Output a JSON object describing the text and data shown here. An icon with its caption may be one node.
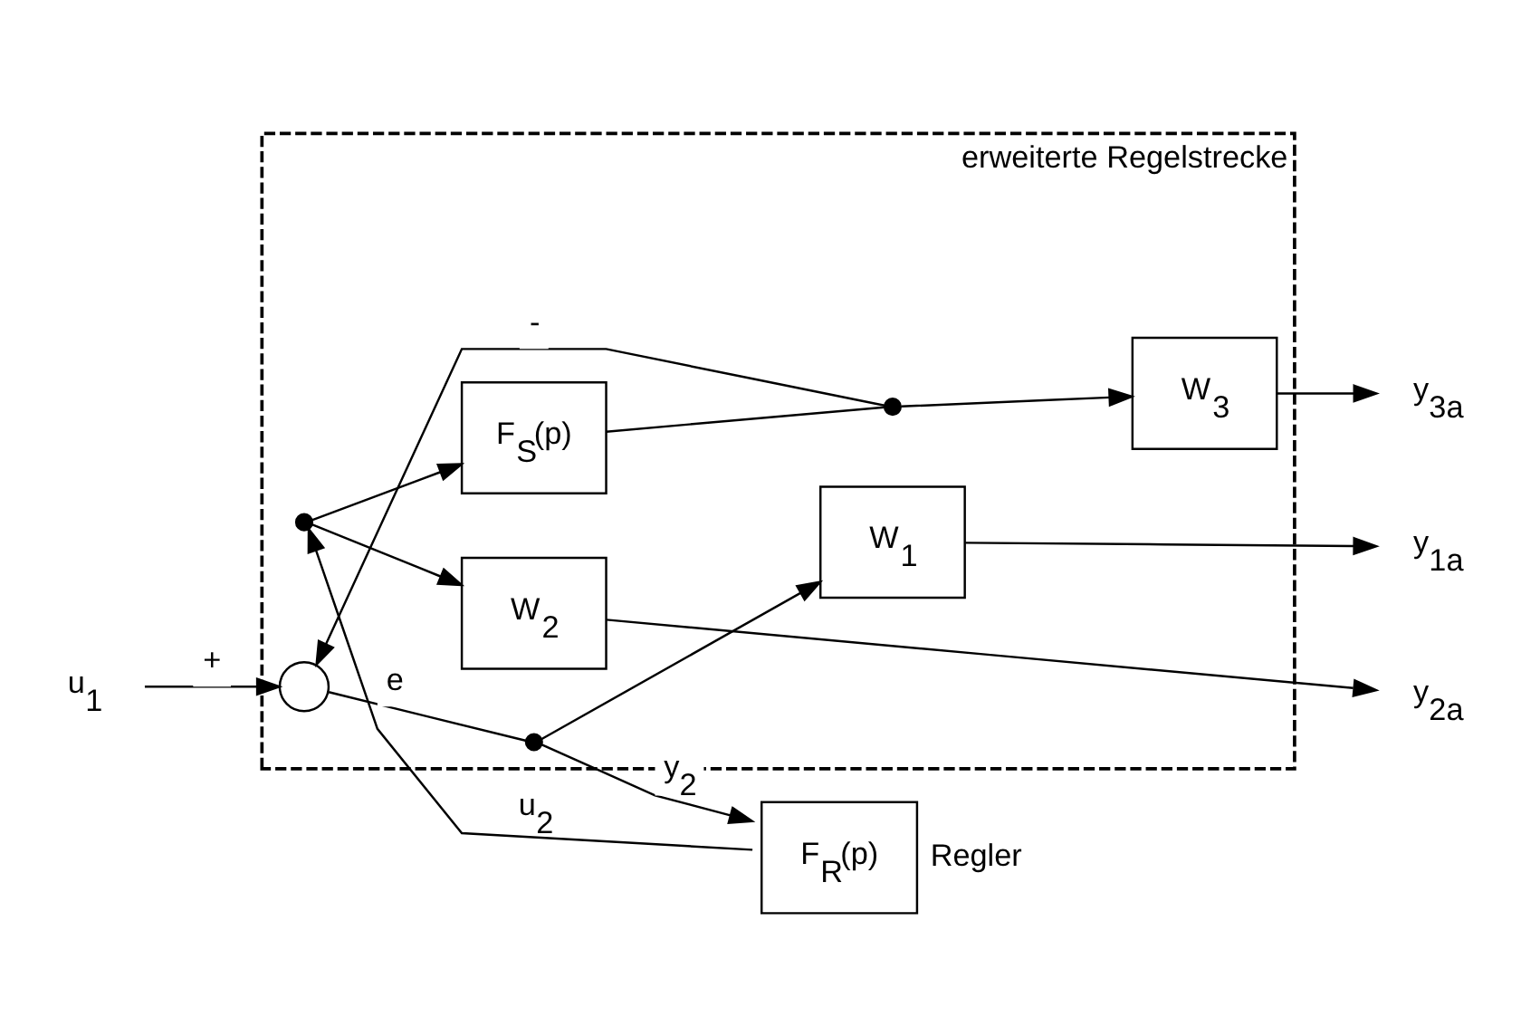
{
  "diagram": {
    "nodes": [
      {
        "text": [
          "erweiterte Regelstrecke"
        ]
      },
      {
        "text": [
          "F$_{S}$(p)"
        ],
        "in": 0
      },
      {
        "text": [
          "W$_{3}$"
        ],
        "in": 0
      },
      {
        "text": [
          "W$_{2}$"
        ],
        "in": 0
      },
      {
        "text": [
          "W$_{1}$"
        ],
        "in": 0
      },
      {
        "text": [],
        "shape": "circle",
        "in": 0
      },
      {
        "text": [],
        "shape": "dot",
        "in": 0
      },
      {
        "text": [],
        "shape": "dot",
        "in": 0
      },
      {
        "text": [],
        "shape": "dot",
        "in": 0
      },
      {
        "text": [
          "F$_{R}$(p)"
        ],
        "beside": [
          "Regler"
        ]
      },
      {
        "text": [
          "u$_{1}$"
        ]
      },
      {
        "text": [
          "y$_{3a}$"
        ]
      },
      {
        "text": [
          "y$_{2a}$"
        ]
      },
      {
        "text": [
          "y$_{1a}$"
        ]
      }
    ],
    "edges": [
      {
        "from": 10,
        "to": 5,
        "arrow": "to",
        "label": "+"
      },
      {
        "from": 5,
        "to": 8,
        "arrow": "none",
        "label": "e"
      },
      {
        "from": 8,
        "to": 4,
        "arrow": "to"
      },
      {
        "from": 8,
        "to": 9,
        "arrow": "to",
        "label": "y$_{2}$"
      },
      {
        "from": 9,
        "to": 6,
        "arrow": "to",
        "label": "u$_{2}$"
      },
      {
        "from": 6,
        "to": 1,
        "arrow": "to"
      },
      {
        "from": 6,
        "to": 3,
        "arrow": "to"
      },
      {
        "from": 1,
        "to": 7,
        "arrow": "none"
      },
      {
        "from": 7,
        "to": 2,
        "arrow": "to"
      },
      {
        "from": 7,
        "to": 5,
        "arrow": "to",
        "label": "-"
      },
      {
        "from": 2,
        "to": 11,
        "arrow": "to"
      },
      {
        "from": 3,
        "to": 12,
        "arrow": "to"
      },
      {
        "from": 4,
        "to": 13,
        "arrow": "to"
      }
    ]
  }
}
